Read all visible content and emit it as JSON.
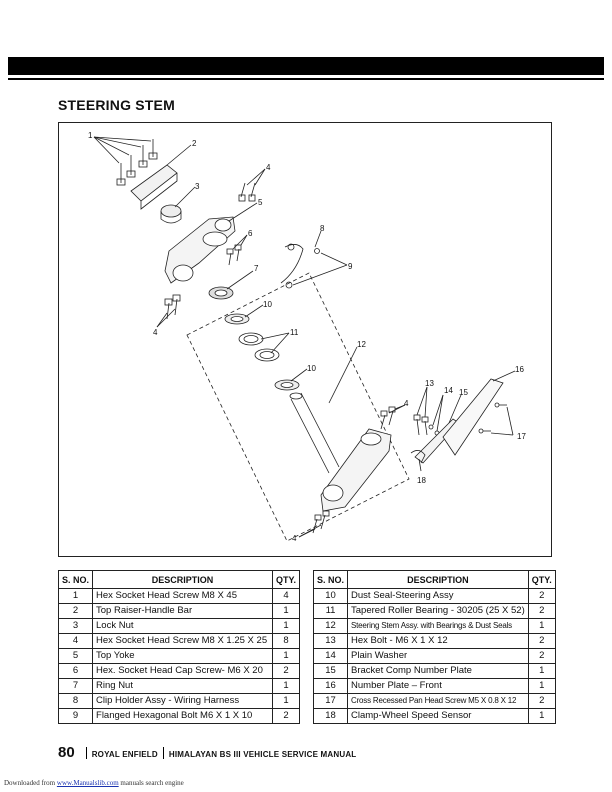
{
  "section_title": "STEERING STEM",
  "callouts": [
    "1",
    "2",
    "3",
    "4",
    "5",
    "6",
    "7",
    "8",
    "9",
    "10",
    "11",
    "12",
    "10",
    "13",
    "14",
    "15",
    "16",
    "17",
    "18",
    "4",
    "4",
    "4"
  ],
  "table_headers": {
    "sno": "S. NO.",
    "description": "DESCRIPTION",
    "qty": "QTY."
  },
  "parts_left": [
    {
      "sno": "1",
      "description": "Hex Socket Head Screw M8 X 45",
      "qty": "4"
    },
    {
      "sno": "2",
      "description": "Top Raiser-Handle Bar",
      "qty": "1"
    },
    {
      "sno": "3",
      "description": "Lock Nut",
      "qty": "1"
    },
    {
      "sno": "4",
      "description": "Hex Socket Head Screw M8 X 1.25 X 25",
      "qty": "8"
    },
    {
      "sno": "5",
      "description": "Top Yoke",
      "qty": "1"
    },
    {
      "sno": "6",
      "description": "Hex. Socket Head Cap Screw- M6 X 20",
      "qty": "2"
    },
    {
      "sno": "7",
      "description": "Ring Nut",
      "qty": "1"
    },
    {
      "sno": "8",
      "description": "Clip Holder Assy - Wiring Harness",
      "qty": "1"
    },
    {
      "sno": "9",
      "description": "Flanged Hexagonal Bolt M6 X 1 X 10",
      "qty": "2"
    }
  ],
  "parts_right": [
    {
      "sno": "10",
      "description": "Dust Seal-Steering Assy",
      "qty": "2"
    },
    {
      "sno": "11",
      "description": "Tapered Roller Bearing - 30205 (25 X 52)",
      "qty": "2"
    },
    {
      "sno": "12",
      "description": "Steering Stem Assy. with Bearings & Dust Seals",
      "qty": "1"
    },
    {
      "sno": "13",
      "description": "Hex Bolt - M6 X 1 X 12",
      "qty": "2"
    },
    {
      "sno": "14",
      "description": "Plain Washer",
      "qty": "2"
    },
    {
      "sno": "15",
      "description": "Bracket Comp Number Plate",
      "qty": "1"
    },
    {
      "sno": "16",
      "description": "Number Plate – Front",
      "qty": "1"
    },
    {
      "sno": "17",
      "description": "Cross Recessed Pan Head Screw M5 X 0.8 X 12",
      "qty": "2"
    },
    {
      "sno": "18",
      "description": "Clamp-Wheel Speed Sensor",
      "qty": "1"
    }
  ],
  "footer": {
    "page_number": "80",
    "brand": "ROYAL ENFIELD",
    "manual_title": "HIMALAYAN BS III VEHICLE SERVICE MANUAL"
  },
  "download_note": {
    "prefix": "Downloaded from",
    "link_text": "www.Manualslib.com",
    "suffix": "manuals search engine"
  }
}
